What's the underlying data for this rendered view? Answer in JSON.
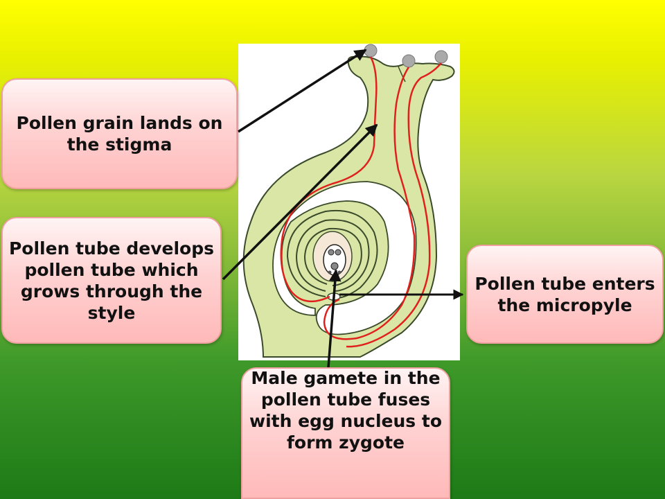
{
  "callouts": {
    "stigma": "Pollen grain lands on the stigma",
    "style": "Pollen tube develops pollen tube which grows through the style",
    "micropyle": "Pollen tube enters the micropyle",
    "zygote": "Male gamete in the pollen tube fuses with egg nucleus to form zygote"
  },
  "colors": {
    "carpel_fill": "#d9e6a6",
    "carpel_stroke": "#3a4a2a",
    "pollen_tube": "#e0201c",
    "pollen_grain": "#aaaaaa",
    "ovule_center": "#f6e8d6",
    "callout_fill": "#ffc8c8",
    "arrow": "#111111"
  }
}
